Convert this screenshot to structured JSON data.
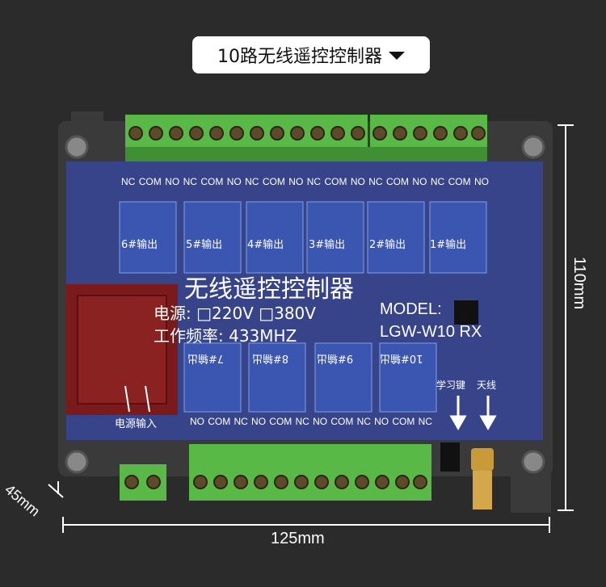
{
  "selector": {
    "label": "10路无线遥控控制器",
    "icon": "chevron-down-icon"
  },
  "board": {
    "title": "无线遥控控制器",
    "power_line": "电源: □220V  □380V",
    "freq_line": "工作频率: 433MHZ",
    "model_label": "MODEL:",
    "model_value": "LGW-W10 RX",
    "power_input_label": "电源输入",
    "learn_key_label": "学习键",
    "antenna_label": "天线",
    "top_outputs": [
      "6#输出",
      "5#输出",
      "4#输出",
      "3#输出",
      "2#输出",
      "1#输出"
    ],
    "bottom_outputs": [
      "7#输出",
      "8#输出",
      "9#输出",
      "10#输出"
    ],
    "terminal_labels": [
      "NC",
      "COM",
      "NO"
    ]
  },
  "dimensions": {
    "width": "125mm",
    "height": "110mm",
    "depth": "45mm"
  }
}
